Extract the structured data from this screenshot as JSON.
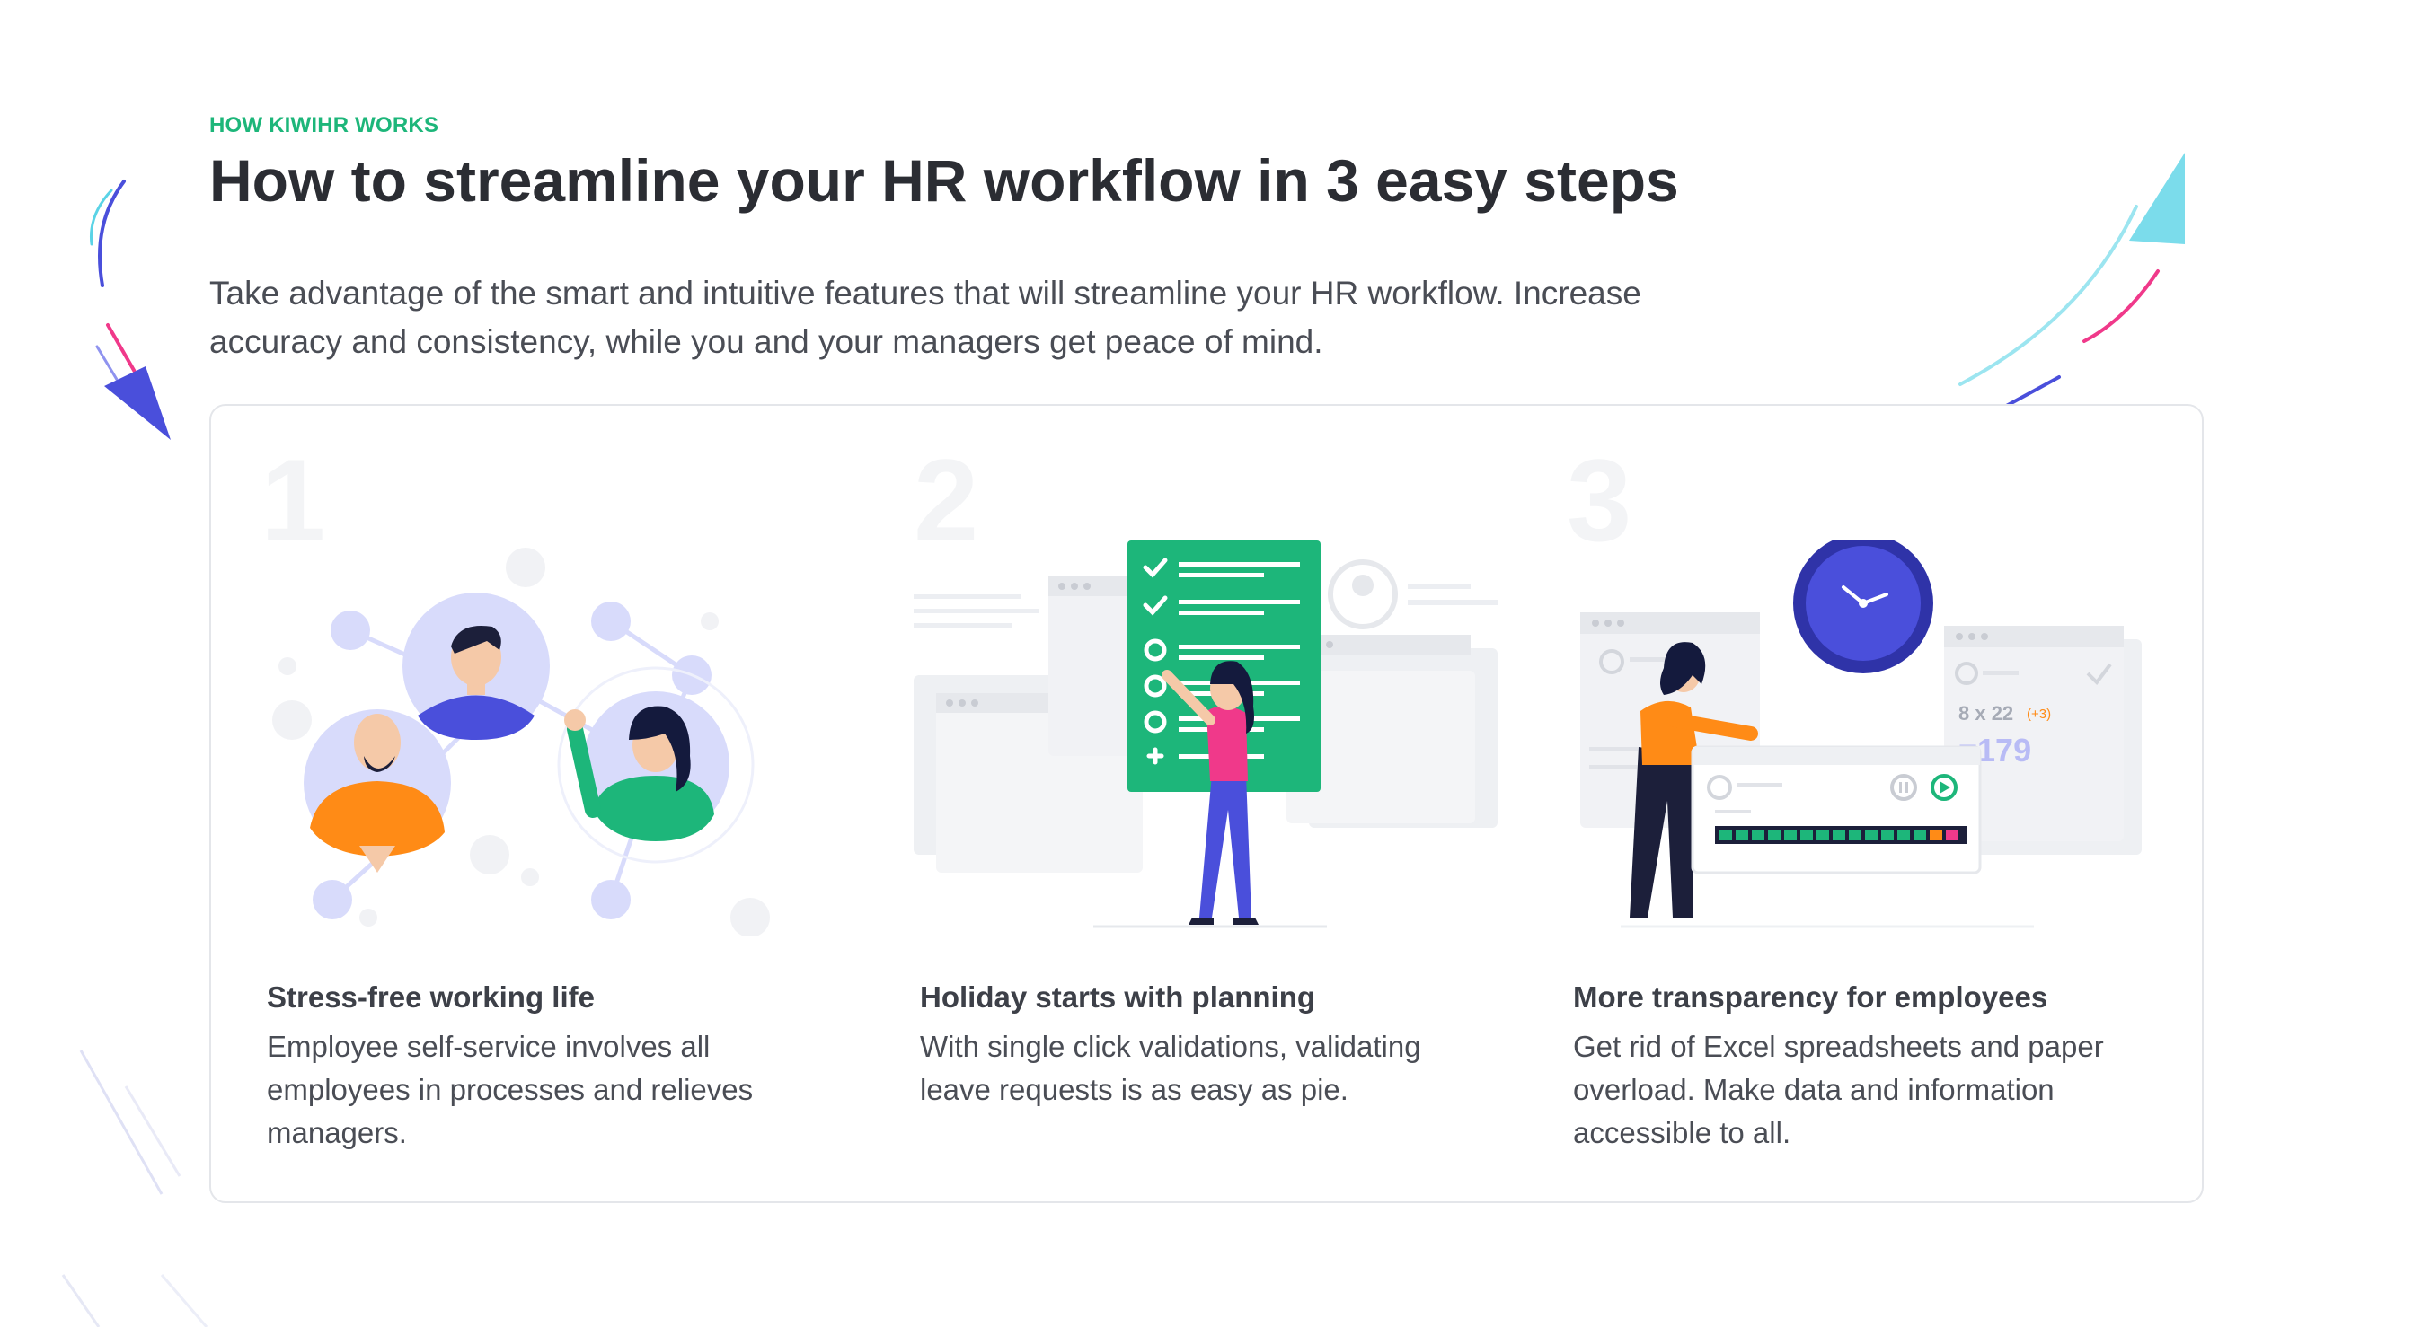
{
  "header": {
    "eyebrow": "HOW KIWIHR WORKS",
    "title": "How to streamline your HR workflow in 3 easy steps",
    "intro": "Take advantage of the smart and intuitive features that will streamline your HR workflow. Increase accuracy and consistency, while you and your managers get peace of mind."
  },
  "steps": [
    {
      "number": "1",
      "title": "Stress-free working life",
      "description": "Employee self-service involves all employees in processes and relieves managers.",
      "illustration": "people-network-illustration"
    },
    {
      "number": "2",
      "title": "Holiday starts with planning",
      "description": "With single click validations, validating leave requests is as easy as pie.",
      "illustration": "checklist-planning-illustration"
    },
    {
      "number": "3",
      "title": "More transparency for employees",
      "description": "Get rid of Excel spreadsheets and paper overload. Make data and information accessible to all.",
      "illustration": "transparency-dashboard-illustration",
      "calc_expression": "8 x 22",
      "calc_bonus": "(+3)",
      "calc_result": "=179"
    }
  ],
  "colors": {
    "accent_green": "#1db67a",
    "title_dark": "#2b2d33",
    "body_text": "#4a4d55",
    "indigo": "#4a4fdb",
    "pink": "#f0398a",
    "cyan": "#5ad3e6",
    "orange": "#ff8b16",
    "lavender": "#d8dbfb"
  }
}
